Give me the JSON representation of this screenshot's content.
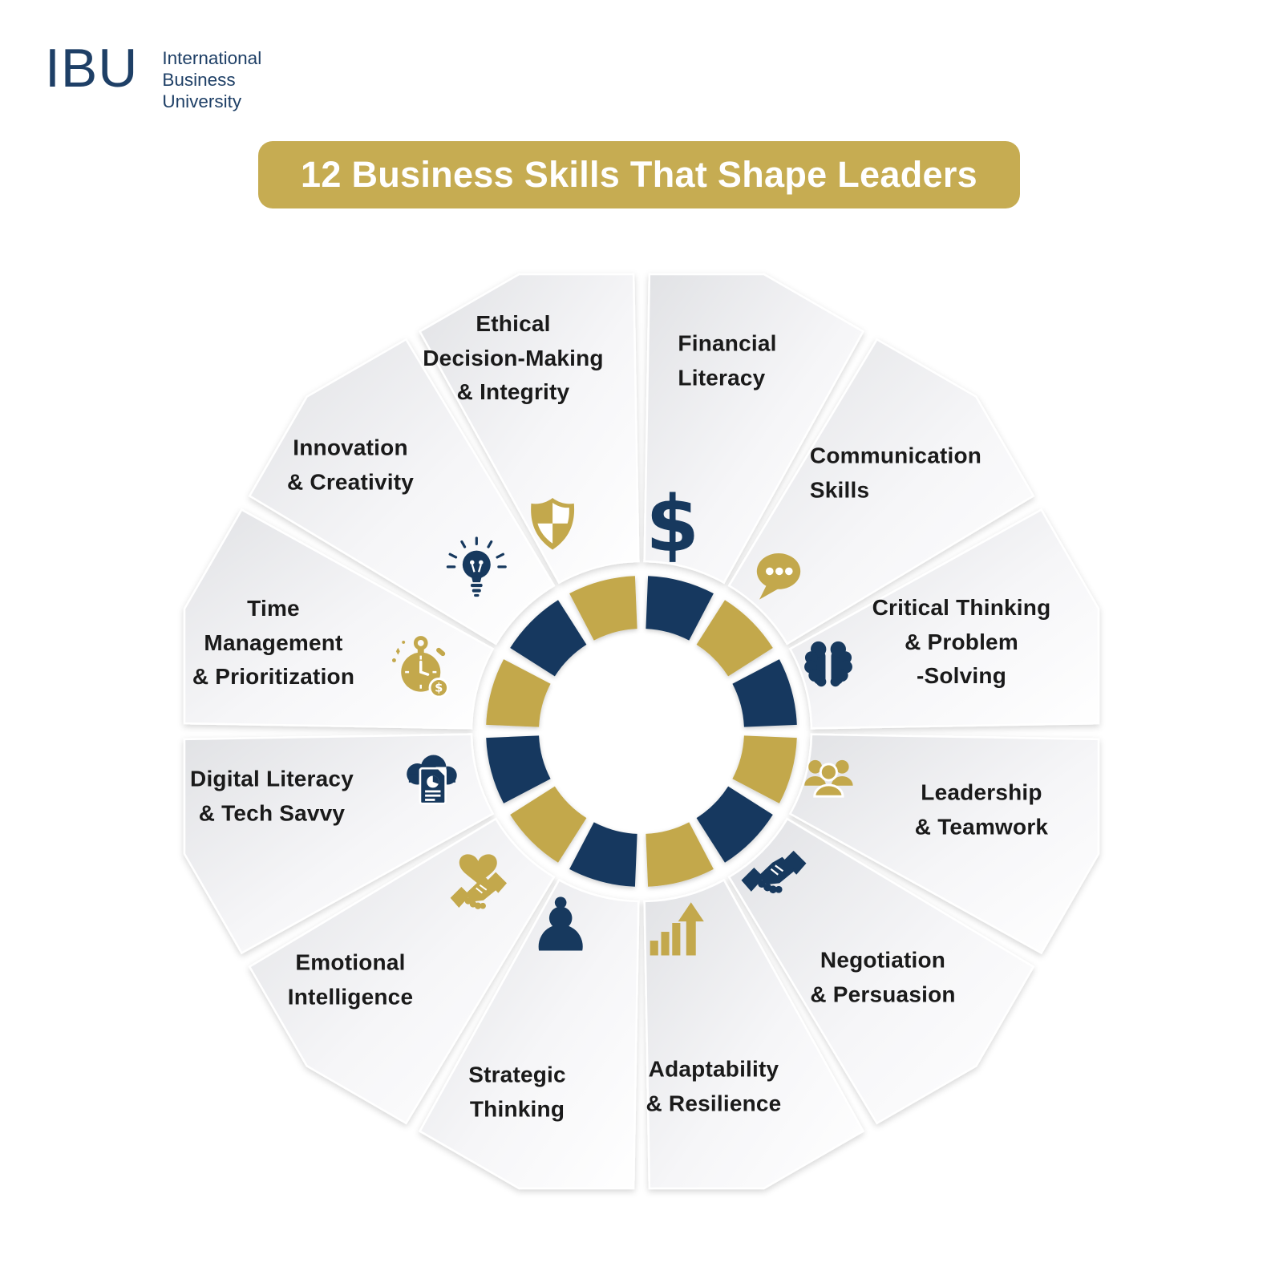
{
  "logo": {
    "acronym": "IBU",
    "name_lines": [
      "International",
      "Business",
      "University"
    ]
  },
  "title": "12 Business Skills That Shape Leaders",
  "colors": {
    "navy": "#17395e",
    "gold": "#c3a84c",
    "banner_gold": "#c6ac52",
    "logo_navy": "#1e3f66",
    "label_text": "#1a1a1a",
    "wedge_gray": "#e2e3e6",
    "background": "#ffffff"
  },
  "wheel": {
    "segments": [
      {
        "label_lines": [
          "Financial",
          "Literacy"
        ],
        "icon": "dollar-icon",
        "color": "navy"
      },
      {
        "label_lines": [
          "Communication",
          "Skills"
        ],
        "icon": "chat-bubble-icon",
        "color": "gold"
      },
      {
        "label_lines": [
          "Critical Thinking",
          "& Problem",
          "-Solving"
        ],
        "icon": "brain-icon",
        "color": "navy"
      },
      {
        "label_lines": [
          "Leadership",
          "& Teamwork"
        ],
        "icon": "team-icon",
        "color": "gold"
      },
      {
        "label_lines": [
          "Negotiation",
          "& Persuasion"
        ],
        "icon": "handshake-icon",
        "color": "navy"
      },
      {
        "label_lines": [
          "Adaptability",
          "& Resilience"
        ],
        "icon": "growth-arrow-icon",
        "color": "gold"
      },
      {
        "label_lines": [
          "Strategic",
          "Thinking"
        ],
        "icon": "chess-pawn-icon",
        "color": "navy"
      },
      {
        "label_lines": [
          "Emotional",
          "Intelligence"
        ],
        "icon": "handshake-heart-icon",
        "color": "gold"
      },
      {
        "label_lines": [
          "Digital Literacy",
          "& Tech Savvy"
        ],
        "icon": "document-cloud-icon",
        "color": "navy"
      },
      {
        "label_lines": [
          "Time",
          "Management",
          "& Prioritization"
        ],
        "icon": "stopwatch-icon",
        "color": "gold"
      },
      {
        "label_lines": [
          "Innovation",
          "& Creativity"
        ],
        "icon": "lightbulb-icon",
        "color": "navy"
      },
      {
        "label_lines": [
          "Ethical",
          "Decision-Making",
          "& Integrity"
        ],
        "icon": "shield-icon",
        "color": "gold"
      }
    ]
  }
}
